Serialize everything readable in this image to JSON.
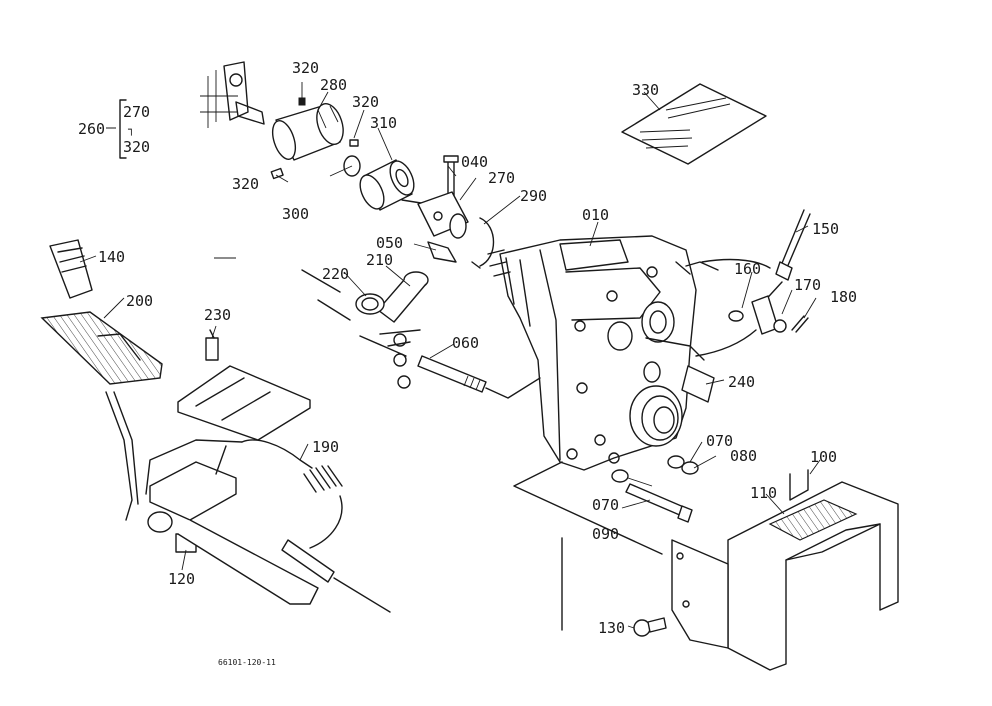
{
  "callouts": {
    "p010": "010",
    "p040": "040",
    "p050": "050",
    "p060": "060",
    "p070a": "070",
    "p070b": "070",
    "p080": "080",
    "p090": "090",
    "p100": "100",
    "p110": "110",
    "p120": "120",
    "p130": "130",
    "p140": "140",
    "p150": "150",
    "p160": "160",
    "p170": "170",
    "p180": "180",
    "p190": "190",
    "p200": "200",
    "p210": "210",
    "p220": "220",
    "p230": "230",
    "p240": "240",
    "p260": "260",
    "p270a": "270",
    "p270b": "270",
    "p280": "280",
    "p290": "290",
    "p300": "300",
    "p310": "310",
    "p320a": "320",
    "p320b": "320",
    "p320c": "320",
    "p320d": "320",
    "p330": "330"
  },
  "footer": {
    "drawing_number": "66101-120-11"
  }
}
